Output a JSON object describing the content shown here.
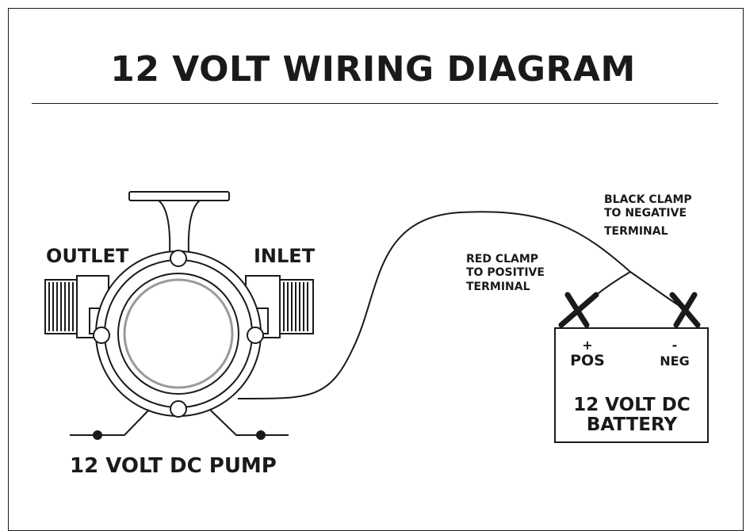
{
  "title": "12 VOLT WIRING DIAGRAM",
  "pump": {
    "outlet_label": "OUTLET",
    "inlet_label": "INLET",
    "name": "12 VOLT DC PUMP"
  },
  "clamps": {
    "black": [
      "BLACK CLAMP",
      "TO NEGATIVE",
      "TERMINAL"
    ],
    "red": [
      "RED CLAMP",
      "TO POSITIVE",
      "TERMINAL"
    ]
  },
  "battery": {
    "pos_sign": "+",
    "pos_label": "POS",
    "neg_sign": "-",
    "neg_label": "NEG",
    "name_line1": "12 VOLT DC",
    "name_line2": "BATTERY"
  },
  "colors": {
    "line": "#1a1a1a",
    "background": "#ffffff"
  }
}
